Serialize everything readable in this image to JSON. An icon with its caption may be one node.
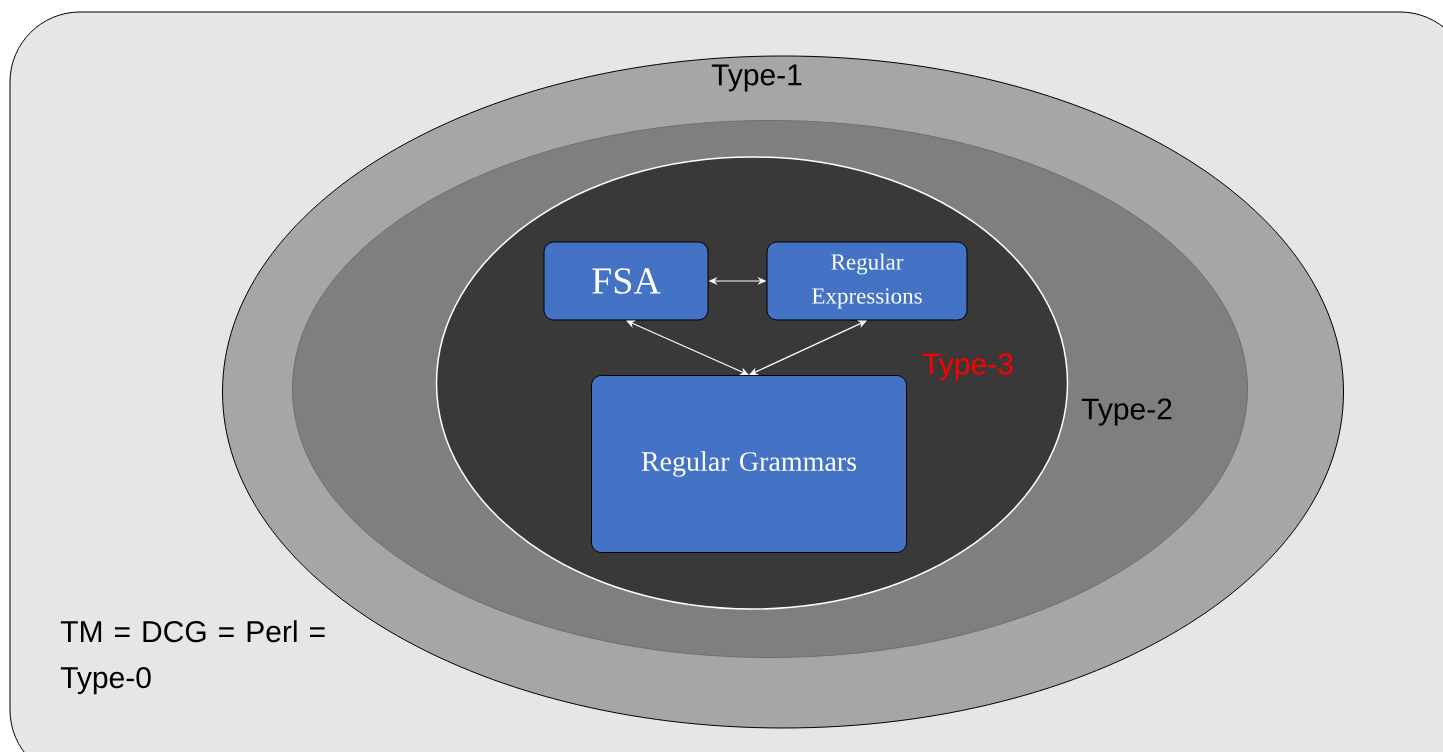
{
  "diagram": {
    "nodes": [
      {
        "text": [
          "TM = DCG = Perl = Type-0"
        ]
      },
      {
        "text": [
          "Type-1"
        ],
        "in": 0
      },
      {
        "text": [
          "Type-2"
        ],
        "in": 1
      },
      {
        "text": [
          "Type-3"
        ],
        "in": 2
      },
      {
        "text": [
          "FSA"
        ],
        "in": 3
      },
      {
        "text": [
          "Regular Expressions"
        ],
        "in": 3
      },
      {
        "text": [
          "Regular Grammars"
        ],
        "in": 3
      }
    ],
    "edges": [
      {
        "from": 4,
        "to": 5,
        "arrow": "both"
      },
      {
        "from": 4,
        "to": 6,
        "arrow": "both"
      },
      {
        "from": 5,
        "to": 6,
        "arrow": "both"
      }
    ]
  }
}
